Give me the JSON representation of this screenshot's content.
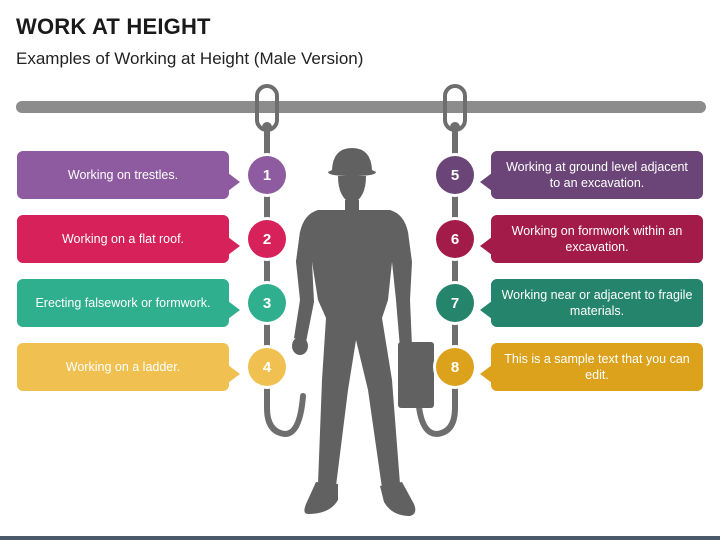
{
  "header": {
    "title": "WORK AT HEIGHT",
    "subtitle": "Examples of Working at Height (Male Version)"
  },
  "items": [
    {
      "number": "1",
      "text": "Working on trestles.",
      "color": "#8E5AA0"
    },
    {
      "number": "2",
      "text": "Working on a flat roof.",
      "color": "#D6215B"
    },
    {
      "number": "3",
      "text": "Erecting falsework or formwork.",
      "color": "#2FAF8E"
    },
    {
      "number": "4",
      "text": "Working on a ladder.",
      "color": "#F0C050"
    },
    {
      "number": "5",
      "text": "Working at ground level adjacent to an excavation.",
      "color": "#6B4577"
    },
    {
      "number": "6",
      "text": "Working on formwork within an excavation.",
      "color": "#A31B48"
    },
    {
      "number": "7",
      "text": "Working near or adjacent to fragile materials.",
      "color": "#24856C"
    },
    {
      "number": "8",
      "text": "This is a sample text that you can edit.",
      "color": "#DCA21C"
    }
  ],
  "icons": [
    "carabiner-icon",
    "worker-silhouette-icon"
  ]
}
